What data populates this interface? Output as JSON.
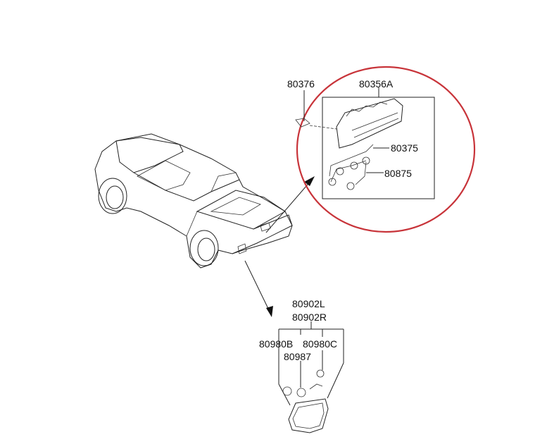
{
  "colors": {
    "highlight_circle": "#c8343a",
    "line": "#222222"
  },
  "labels": {
    "clip": "80376",
    "high_mount_lamp": "80356A",
    "bulb": "80375",
    "harness": "80875",
    "rear_lamp_left": "80902L",
    "rear_lamp_right": "80902R",
    "socket_b": "80980B",
    "socket_c": "80980C",
    "bulb_rear": "80987"
  }
}
